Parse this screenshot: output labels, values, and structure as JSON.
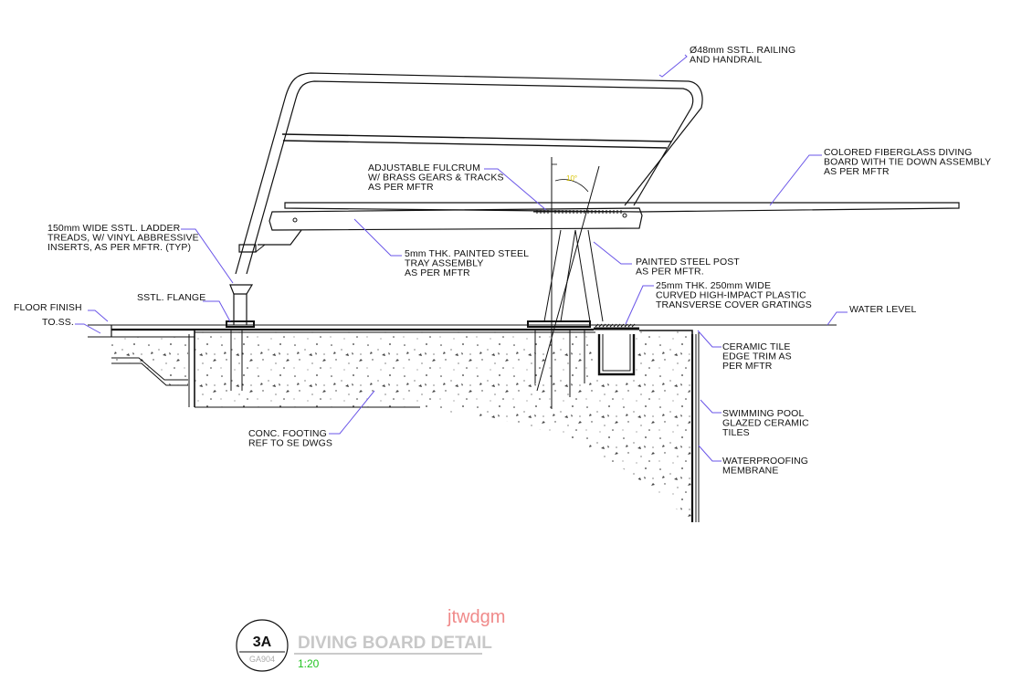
{
  "labels": {
    "railing": [
      "Ø48mm SSTL. RAILING",
      "AND HANDRAIL"
    ],
    "board": [
      "COLORED FIBERGLASS DIVING",
      "BOARD WITH TIE DOWN ASSEMBLY",
      "AS PER MFTR"
    ],
    "fulcrum": [
      "ADJUSTABLE FULCRUM",
      "W/ BRASS GEARS & TRACKS",
      "AS PER MFTR"
    ],
    "ladder": [
      "150mm WIDE SSTL. LADDER",
      "TREADS, W/ VINYL ABBRESSIVE",
      "INSERTS, AS PER MFTR. (TYP)"
    ],
    "tray": [
      "5mm THK. PAINTED STEEL",
      "TRAY ASSEMBLY",
      "AS PER MFTR"
    ],
    "post": [
      "PAINTED STEEL POST",
      "AS PER MFTR."
    ],
    "grating": [
      "25mm THK. 250mm WIDE",
      "CURVED HIGH-IMPACT PLASTIC",
      "TRANSVERSE COVER GRATINGS"
    ],
    "flange": [
      "SSTL. FLANGE"
    ],
    "floor": [
      "FLOOR FINISH"
    ],
    "toss": [
      "TO.SS."
    ],
    "water": [
      "WATER LEVEL"
    ],
    "tile_trim": [
      "CERAMIC TILE",
      "EDGE TRIM AS",
      "PER MFTR"
    ],
    "pool_tiles": [
      "SWIMMING POOL",
      "GLAZED CERAMIC",
      "TILES"
    ],
    "membrane": [
      "WATERPROOFING",
      "MEMBRANE"
    ],
    "footing": [
      "CONC. FOOTING",
      "REF TO SE DWGS"
    ]
  },
  "angle_label": "10°",
  "watermark": "jtwdgm",
  "title_block": {
    "detail_number": "3A",
    "sheet": "GA904",
    "title": "DIVING BOARD DETAIL",
    "scale": "1:20"
  },
  "colors": {
    "leader": "#6a55e8",
    "title": "#c8c8c8",
    "scale": "#22c422",
    "watermark": "#f08a8a",
    "angle": "#d8c400"
  }
}
